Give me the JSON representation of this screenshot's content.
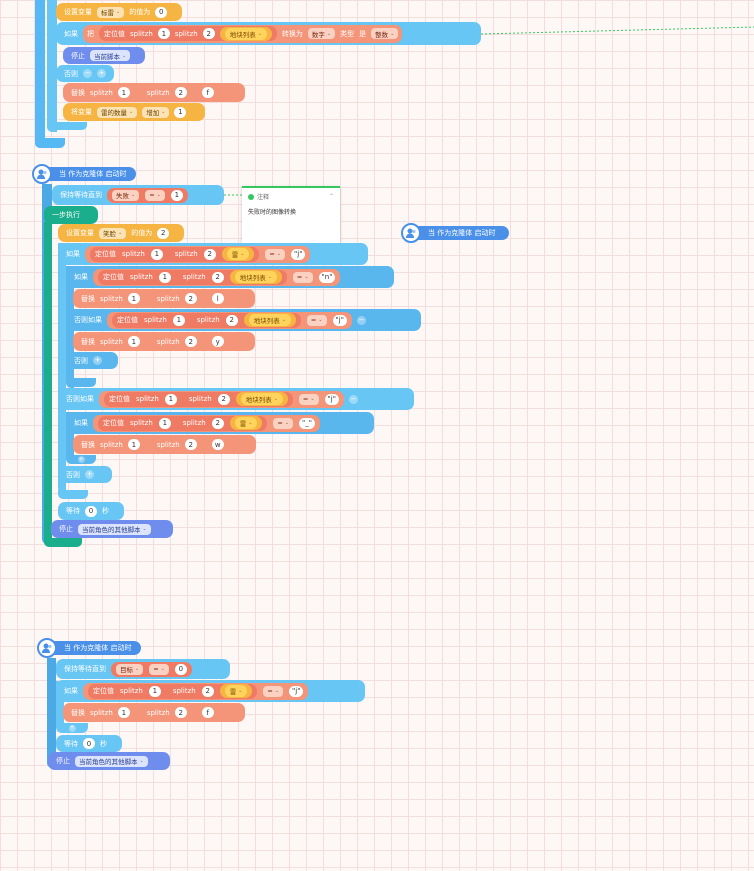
{
  "labels": {
    "set_var": "设置变量",
    "value_to": "的值为",
    "if": "如果",
    "else": "否则",
    "else_if": "否则如果",
    "stop": "停止",
    "replace": "替换",
    "change_var": "将变量",
    "locate": "定位值",
    "split": "splitzh",
    "convert_prefix": "把",
    "convert_to": "转换为",
    "type": "类型",
    "is": "是",
    "keep_wait": "保持等待直到",
    "one_step": "一步执行",
    "wait": "等待",
    "seconds": "秒",
    "event": "当 作为克隆体 启动时",
    "eq": "=",
    "plus": "+",
    "minus": "−",
    "chev": "⌄"
  },
  "top": {
    "var1": "标雷",
    "val1": "0",
    "n1": "1",
    "n2": "2",
    "list": "地块列表",
    "type_dd": "数字",
    "kind_dd": "整数",
    "stop_dd": "当前脚本",
    "r_n1": "1",
    "r_n2": "2",
    "r_val": "f",
    "var2": "雷的数量",
    "op": "增加",
    "step": "1"
  },
  "mid": {
    "wait_var": "失败",
    "wait_val": "1",
    "note_title": "注释",
    "note_text": "失败时的图像转换",
    "set_var": "笑脸",
    "set_val": "2",
    "if1_list": "雷",
    "if1_cmp": "\"j\"",
    "if2_list": "地块列表",
    "if2_cmp": "\"n\"",
    "rep1": "l",
    "elif1_list": "地块列表",
    "elif1_cmp": "\"j\"",
    "rep2": "y",
    "elif2_list": "地块列表",
    "elif2_cmp": "\"j\"",
    "if3_list": "雷",
    "if3_cmp": "\"_\"",
    "rep3": "w",
    "wait_sec": "0",
    "stop_dd": "当前角色的其他脚本"
  },
  "bottom": {
    "wait_var": "目标",
    "wait_val": "0",
    "if_list": "雷",
    "if_cmp": "\"j\"",
    "rep": "f",
    "wait_sec": "0",
    "stop_dd": "当前角色的其他脚本"
  },
  "colors": {
    "control": "#68c6f5",
    "operator": "#f49478",
    "variable": "#f6b542",
    "event": "#4a90e8",
    "stop": "#6f8ded",
    "sequence": "#1bae8d"
  }
}
